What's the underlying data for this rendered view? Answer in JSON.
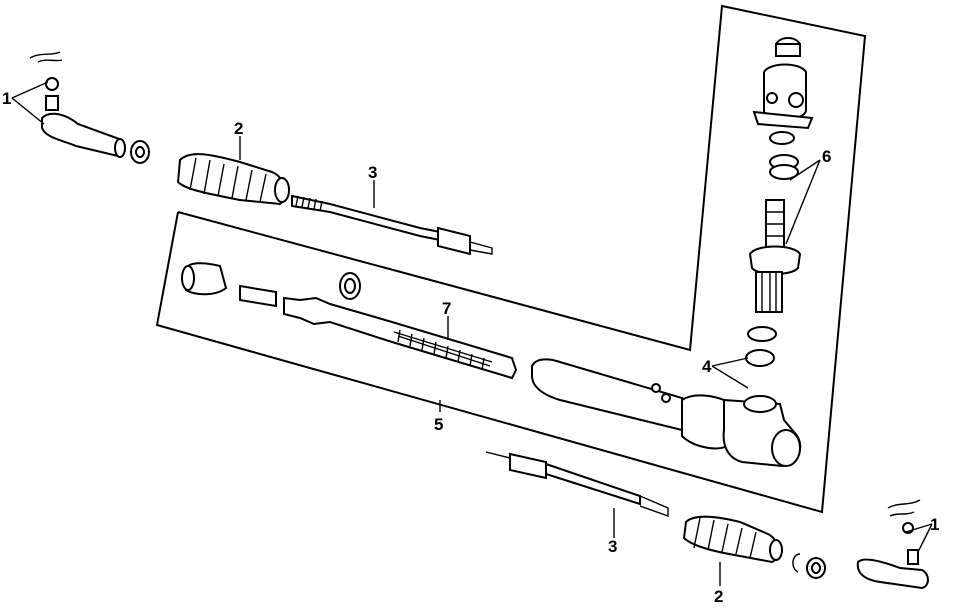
{
  "diagram": {
    "callouts": {
      "tie_rod_end_left": "1",
      "boot_left": "2",
      "inner_tie_rod_upper": "3",
      "seals": "4",
      "rack_assembly": "5",
      "pinion_kit": "6",
      "rack": "7",
      "inner_tie_rod_lower": "3",
      "boot_right": "2",
      "tie_rod_end_right": "1"
    }
  }
}
